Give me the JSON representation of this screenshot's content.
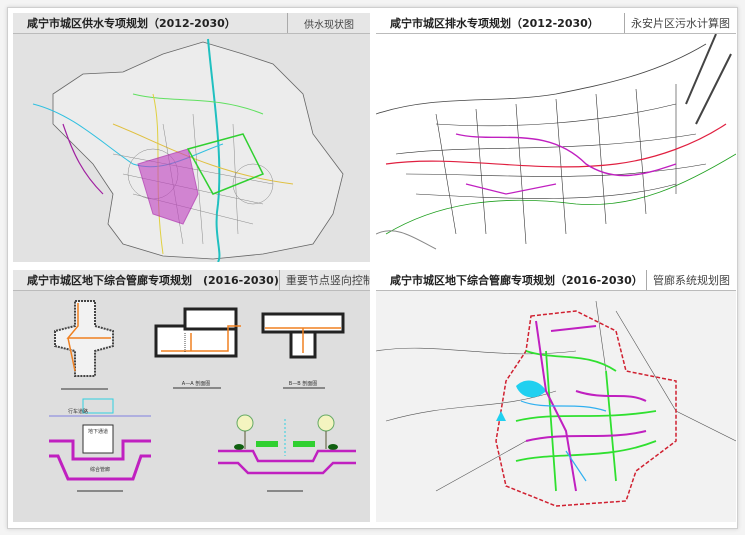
{
  "panels": [
    {
      "title": "咸宁市城区供水专项规划（2012-2030）",
      "subtitle": "供水现状图"
    },
    {
      "title": "咸宁市城区排水专项规划（2012-2030）",
      "subtitle": "永安片区污水计算图"
    },
    {
      "title": "咸宁市城区地下综合管廊专项规划　(2016-2030)",
      "subtitle": "重要节点竖向控制图"
    },
    {
      "title": "咸宁市城区地下综合管廊专项规划（2016-2030）",
      "subtitle": "管廊系统规划图"
    }
  ],
  "sections": {
    "aa": "A—A 剖面图",
    "bb": "B—B 剖面图",
    "road": "行车道路",
    "tunnel": "地下通道",
    "corridor": "综合管廊"
  },
  "colors": {
    "header_gray": "#e6e6e6",
    "panel_gray": "#dedede",
    "corridor": "#c020c0",
    "pipe": "#f08020",
    "green": "#30d030"
  }
}
